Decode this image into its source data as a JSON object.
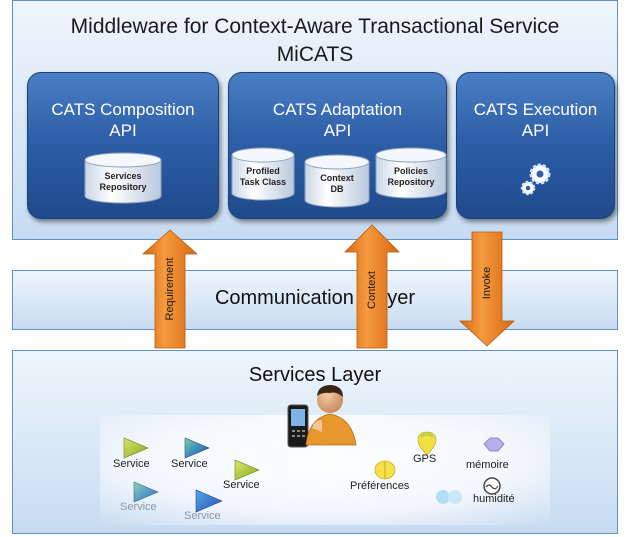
{
  "middleware": {
    "title_line1": "Middleware for Context-Aware Transactional Service",
    "title_line2": "MiCATS"
  },
  "apis": {
    "composition": {
      "title_line1": "CATS Composition",
      "title_line2": "API",
      "db_line1": "Services",
      "db_line2": "Repository"
    },
    "adaptation": {
      "title_line1": "CATS Adaptation",
      "title_line2": "API",
      "db1_line1": "Profiled",
      "db1_line2": "Task Class",
      "db2_line1": "Context",
      "db2_line2": "DB",
      "db3_line1": "Policies",
      "db3_line2": "Repository"
    },
    "execution": {
      "title_line1": "CATS Execution",
      "title_line2": "API",
      "icon": "gears-icon"
    }
  },
  "communication": {
    "title": "Communication  Layer"
  },
  "services_layer": {
    "title": "Services Layer",
    "service_label": "Service",
    "labels": {
      "gps": "GPS",
      "memoire": "mémoire",
      "preferences": "Préférences",
      "humidite": "humidité"
    }
  },
  "arrows": {
    "requirement": "Requirement",
    "context": "Context",
    "invoke": "Invoke"
  },
  "colors": {
    "api_box": "#2e5fa8",
    "layer_bg": "#d9e8f7",
    "arrow": "#e87d1e",
    "db_cylinder": "#f2f6fb"
  }
}
